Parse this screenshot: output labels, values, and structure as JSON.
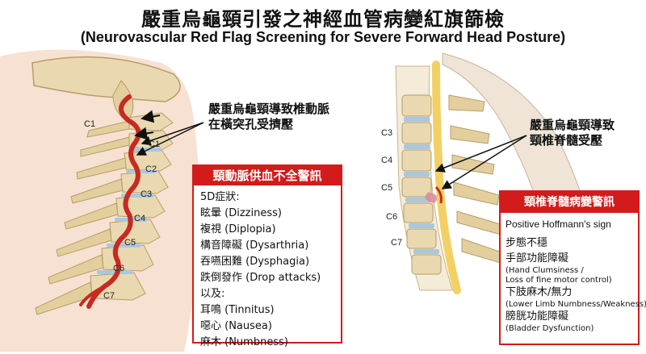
{
  "title": "嚴重烏龜頸引發之神經血管病變紅旗篩檢",
  "subtitle": "(Neurovascular Red Flag Screening for Severe Forward Head Posture)",
  "left_figure": {
    "vertebra_labels": [
      "C1",
      "C1",
      "C2",
      "C3",
      "C4",
      "C5",
      "C6",
      "C7"
    ],
    "callout": [
      "嚴重烏龜頸導致椎動脈",
      "在橫突孔受擠壓"
    ]
  },
  "right_figure": {
    "vertebra_labels": [
      "C3",
      "C4",
      "C5",
      "C6",
      "C7"
    ],
    "callout": [
      "嚴重烏龜頸導致",
      "頸椎脊髓受壓"
    ]
  },
  "vascular_box": {
    "header": "頸動脈供血不全警訊",
    "lines": [
      "5D症狀:",
      "眩暈 (Dizziness)",
      "複視 (Diplopia)",
      "構音障礙 (Dysarthria)",
      "吞嚥困難 (Dysphagia)",
      "跌倒發作 (Drop attacks)",
      "以及:",
      "耳鳴 (Tinnitus)",
      "噁心 (Nausea)",
      "麻木 (Numbness)"
    ]
  },
  "myelopathy_box": {
    "header": "頸椎脊髓病變警訊",
    "sign": "Positive Hoffmann's sign",
    "items": [
      {
        "zh": "步態不穩",
        "en": []
      },
      {
        "zh": "手部功能障礙",
        "en": [
          "(Hand Clumsiness /",
          "Loss of fine motor control)"
        ]
      },
      {
        "zh": "下肢麻木/無力",
        "en": [
          "(Lower Limb Numbness/Weakness)"
        ]
      },
      {
        "zh": "膀胱功能障礙",
        "en": [
          "(Bladder Dysfunction)"
        ]
      }
    ]
  },
  "colors": {
    "accent": "#d31b1b",
    "bone": "#ead9b0",
    "disc": "#a9c8df",
    "artery": "#c62a22",
    "cord": "#f2d064",
    "skin": "#f0c9ad"
  }
}
